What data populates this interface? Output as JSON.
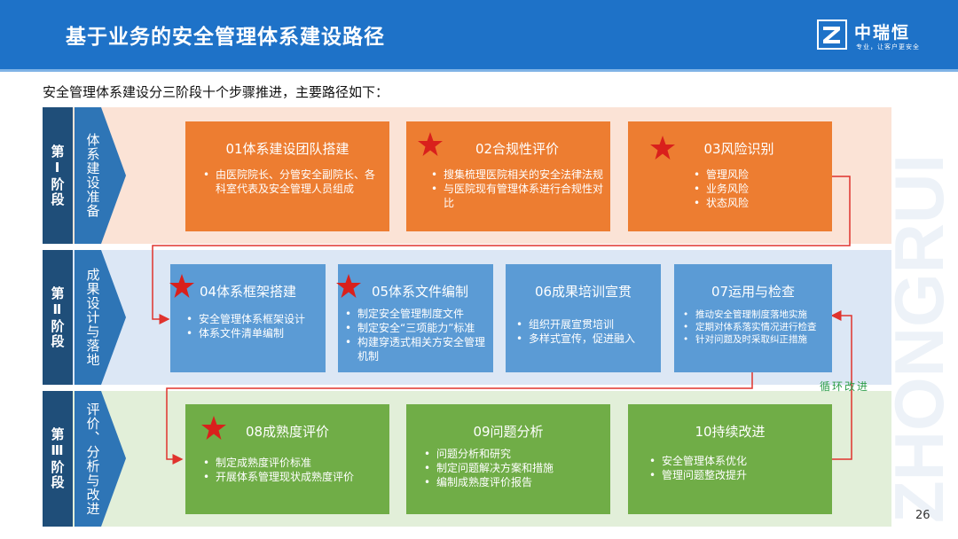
{
  "header": {
    "title": "基于业务的安全管理体系建设路径",
    "logo_name": "中瑞恒",
    "logo_slogan": "专业，让客户更安全"
  },
  "intro": "安全管理体系建设分三阶段十个步骤推进，主要路径如下：",
  "watermark": "ZHONGRUI",
  "stages": [
    {
      "label": "第Ⅰ阶段",
      "desc": "体系建设准备"
    },
    {
      "label": "第Ⅱ阶段",
      "desc": "成果设计与落地"
    },
    {
      "label": "第Ⅲ阶段",
      "desc": "评价、分析与改进"
    }
  ],
  "steps": [
    {
      "title": "01体系建设团队搭建",
      "starred": false,
      "bullets": [
        "由医院院长、分管安全副院长、各科室代表及安全管理人员组成"
      ]
    },
    {
      "title": "02合规性评价",
      "starred": true,
      "bullets": [
        "搜集梳理医院相关的安全法律法规",
        "与医院现有管理体系进行合规性对比"
      ]
    },
    {
      "title": "03风险识别",
      "starred": true,
      "bullets": [
        "管理风险",
        "业务风险",
        "状态风险"
      ]
    },
    {
      "title": "04体系框架搭建",
      "starred": true,
      "bullets": [
        "安全管理体系框架设计",
        "体系文件清单编制"
      ]
    },
    {
      "title": "05体系文件编制",
      "starred": true,
      "bullets": [
        "制定安全管理制度文件",
        "制定安全“三项能力”标准",
        "构建穿透式相关方安全管理机制"
      ]
    },
    {
      "title": "06成果培训宣贯",
      "starred": false,
      "bullets": [
        "组织开展宣贯培训",
        "多样式宣传，促进融入"
      ]
    },
    {
      "title": "07运用与检查",
      "starred": false,
      "bullets": [
        "推动安全管理制度落地实施",
        "定期对体系落实情况进行检查",
        "针对问题及时采取纠正措施"
      ]
    },
    {
      "title": "08成熟度评价",
      "starred": true,
      "bullets": [
        "制定成熟度评价标准",
        "开展体系管理现状成熟度评价"
      ]
    },
    {
      "title": "09问题分析",
      "starred": false,
      "bullets": [
        "问题分析和研究",
        "制定问题解决方案和措施",
        "编制成熟度评价报告"
      ]
    },
    {
      "title": "10持续改进",
      "starred": false,
      "bullets": [
        "安全管理体系优化",
        "管理问题整改提升"
      ]
    }
  ],
  "loop_label": "循环改进",
  "page_number": "26",
  "colors": {
    "header": "#1e72c8",
    "stage1": "#ed7d31",
    "stage2": "#5b9bd5",
    "stage3": "#70ad47",
    "star": "#d9201c",
    "flow_line": "#e0332d",
    "loop_text": "#2e9e4a"
  }
}
